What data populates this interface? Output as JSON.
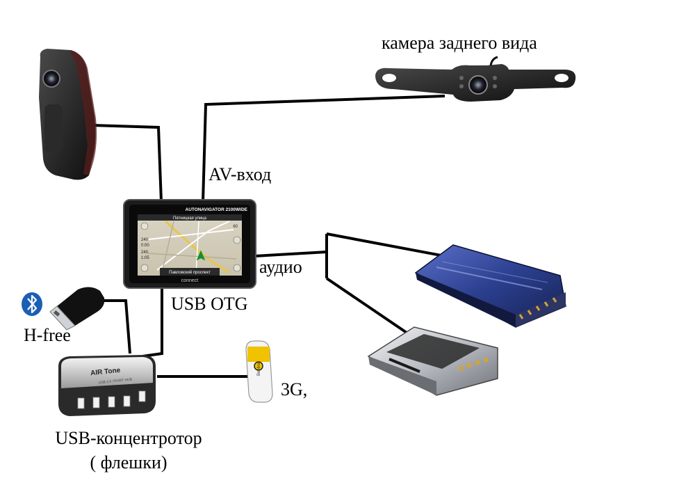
{
  "labels": {
    "rear_camera": "камера заднего вида",
    "av_input": "AV-вход",
    "audio": "аудио",
    "usb_otg": "USB OTG",
    "h_free": "H-free",
    "modem_3g": "3G,",
    "usb_hub_line1": "USB-концентротор",
    "usb_hub_line2": "( флешки)"
  },
  "navigator": {
    "brand": "AUTONAVIGATOR 2100WIDE",
    "street_top": "Пятницкая улица",
    "street_bottom": "Павловский проспект",
    "maker": "connect",
    "readouts": [
      "60",
      "240",
      "0:00",
      "240",
      "1:05"
    ]
  },
  "usb_hub": {
    "brand": "AIR Tone",
    "caption": "USB 2.0 7PORT HUB"
  },
  "modem": {
    "brand": "Beeline"
  },
  "colors": {
    "line": "#000000",
    "amp_blue": "#2b3f8f",
    "amp_silver": "#b9bcc2",
    "bluetooth": "#1a5fb4"
  }
}
